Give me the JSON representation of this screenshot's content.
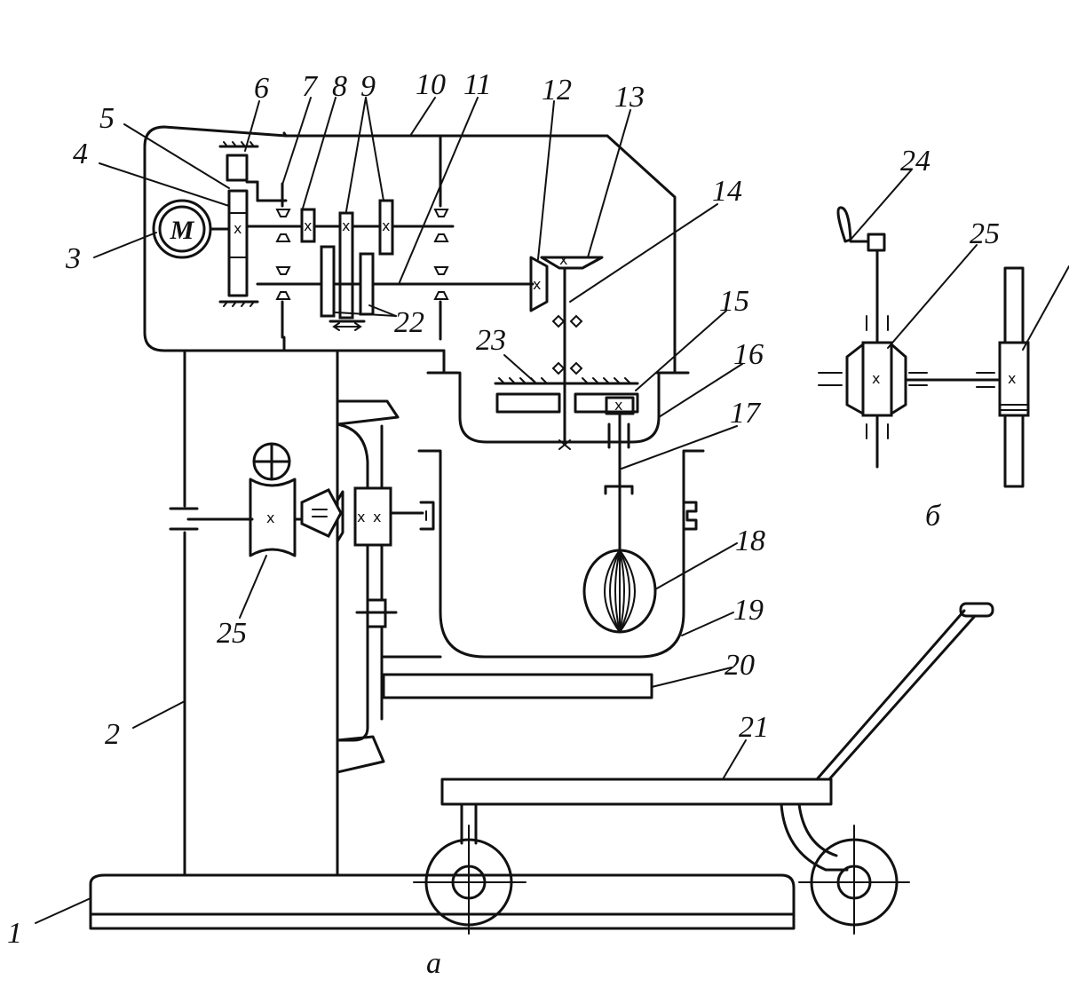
{
  "diagram": {
    "motor_symbol": "M",
    "labels": {
      "n1": "1",
      "n2": "2",
      "n3": "3",
      "n4": "4",
      "n5": "5",
      "n6": "6",
      "n7": "7",
      "n8": "8",
      "n9": "9",
      "n10": "10",
      "n11": "11",
      "n12": "12",
      "n13": "13",
      "n14": "14",
      "n15": "15",
      "n16": "16",
      "n17": "17",
      "n18": "18",
      "n19": "19",
      "n20": "20",
      "n21": "21",
      "n22": "22",
      "n23": "23",
      "n24": "24",
      "n25a": "25",
      "n25b": "25"
    },
    "caption_a": "а",
    "caption_b": "б"
  }
}
